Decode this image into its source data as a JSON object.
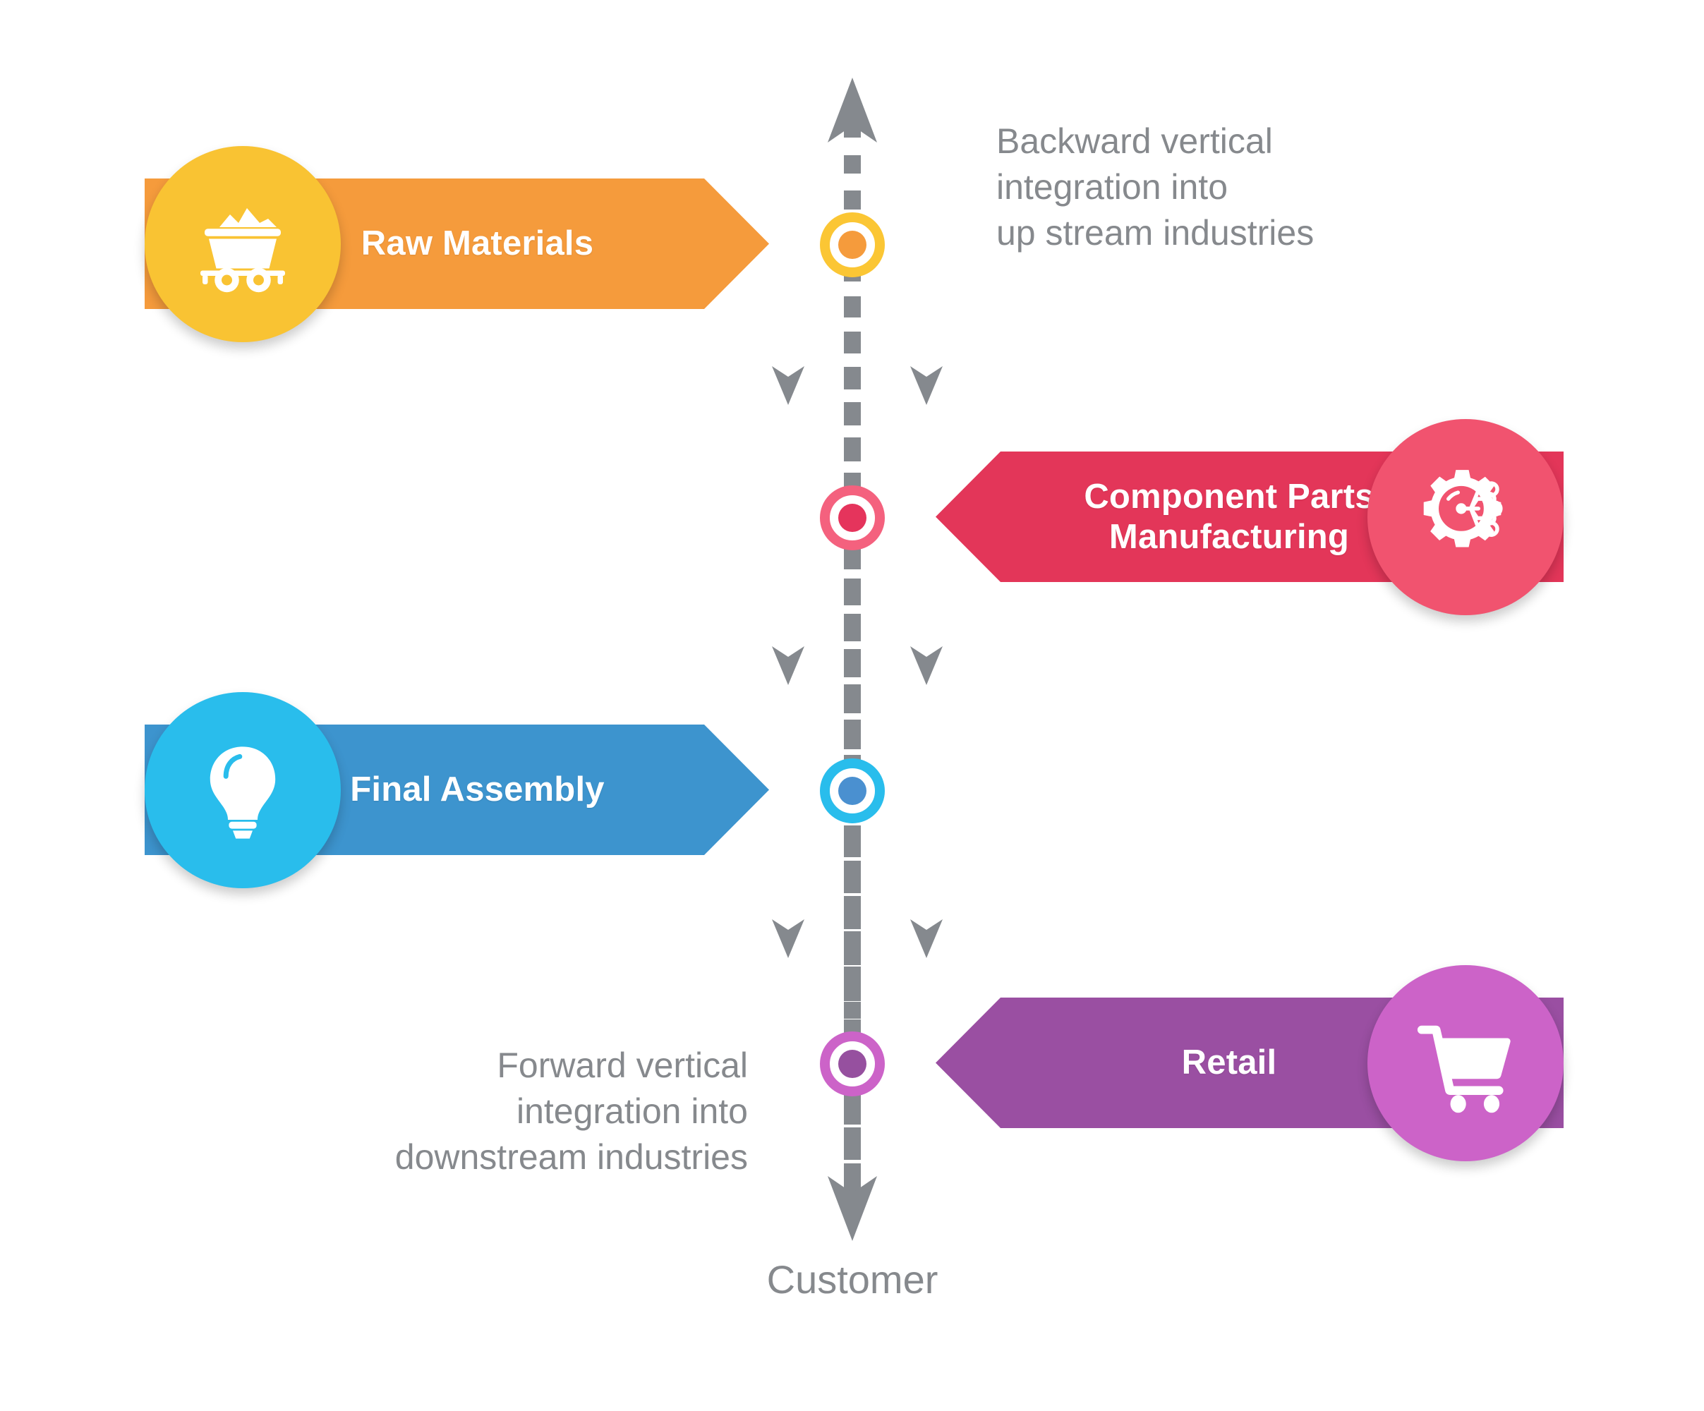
{
  "diagram": {
    "title": "Vertical Integration Value Chain",
    "spine": {
      "top_arrow": "arrow-up-icon",
      "bottom_arrow": "arrow-down-icon",
      "customer_label": "Customer"
    },
    "notes": [
      {
        "id": "backward",
        "text": "Backward vertical\nintegration into\nup stream industries",
        "align": "left"
      },
      {
        "id": "forward",
        "text": "Forward vertical\nintegration into\ndownstream industries",
        "align": "right"
      }
    ],
    "stages": [
      {
        "id": "raw-materials",
        "label": "Raw Materials",
        "side": "left",
        "icon": "mining-cart-icon",
        "banner_color": "#F59B3C",
        "disc_color": "#F9C333",
        "node_ring_color": "#FBC634",
        "node_core_color": "#F59B3C"
      },
      {
        "id": "component-parts-manufacturing",
        "label": "Component Parts\nManufacturing",
        "side": "right",
        "icon": "gear-circuit-icon",
        "banner_color": "#E33659",
        "disc_color": "#F1536F",
        "node_ring_color": "#F4617E",
        "node_core_color": "#E5345C"
      },
      {
        "id": "final-assembly",
        "label": "Final Assembly",
        "side": "left",
        "icon": "lightbulb-icon",
        "banner_color": "#3D94CE",
        "disc_color": "#29BDEC",
        "node_ring_color": "#29BDEC",
        "node_core_color": "#4A90D0"
      },
      {
        "id": "retail",
        "label": "Retail",
        "side": "right",
        "icon": "shopping-cart-icon",
        "banner_color": "#9A4FA2",
        "disc_color": "#CC63C8",
        "node_ring_color": "#CC63C8",
        "node_core_color": "#96509F"
      }
    ],
    "chevron_color": "#85898e",
    "spine_color": "#85898e",
    "text_color": "#86898d"
  }
}
